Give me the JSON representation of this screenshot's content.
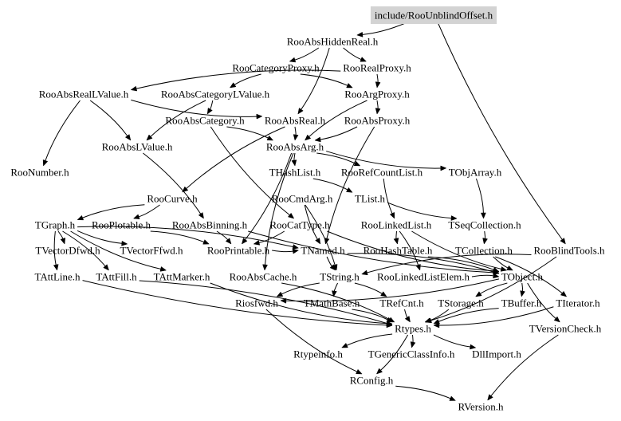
{
  "graph": {
    "root": "include/RooUnblindOffset.h",
    "nodes": [
      "include/RooUnblindOffset.h",
      "RooAbsHiddenReal.h",
      "RooCategoryProxy.h",
      "RooRealProxy.h",
      "RooAbsRealLValue.h",
      "RooAbsCategoryLValue.h",
      "RooArgProxy.h",
      "RooAbsCategory.h",
      "RooAbsReal.h",
      "RooAbsProxy.h",
      "RooAbsLValue.h",
      "RooAbsArg.h",
      "RooNumber.h",
      "THashList.h",
      "RooRefCountList.h",
      "TObjArray.h",
      "RooCurve.h",
      "RooCmdArg.h",
      "TList.h",
      "TGraph.h",
      "RooPlotable.h",
      "RooAbsBinning.h",
      "RooCatType.h",
      "RooLinkedList.h",
      "TSeqCollection.h",
      "TVectorDfwd.h",
      "TVectorFfwd.h",
      "RooPrintable.h",
      "TNamed.h",
      "RooHashTable.h",
      "TCollection.h",
      "RooBlindTools.h",
      "TAttLine.h",
      "TAttFill.h",
      "TAttMarker.h",
      "RooAbsCache.h",
      "TString.h",
      "RooLinkedListElem.h",
      "TObject.h",
      "Riosfwd.h",
      "TMathBase.h",
      "TRefCnt.h",
      "TStorage.h",
      "TBuffer.h",
      "TIterator.h",
      "Rtypes.h",
      "TVersionCheck.h",
      "Rtypeinfo.h",
      "TGenericClassInfo.h",
      "DllImport.h",
      "RConfig.h",
      "RVersion.h"
    ]
  }
}
